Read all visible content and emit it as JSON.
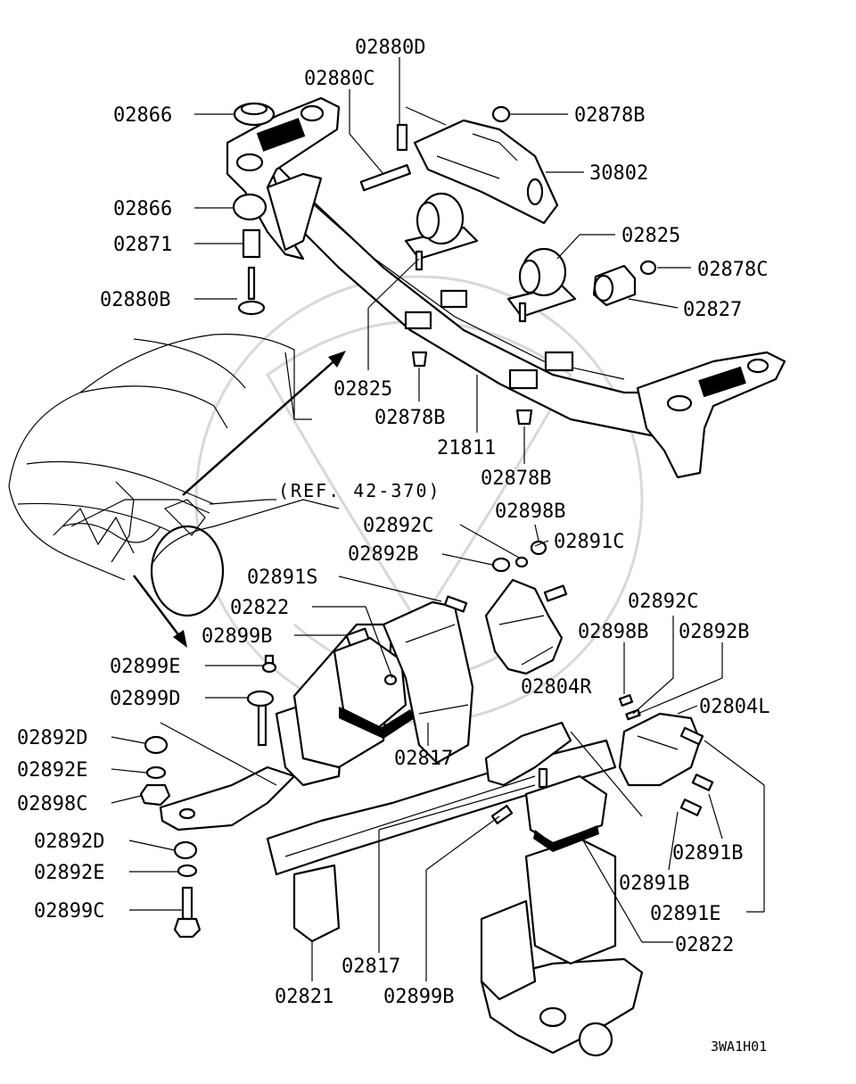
{
  "diagram": {
    "reference_note": "(REF. 42-370)",
    "drawing_code": "3WA1H01",
    "callouts": [
      {
        "id": "c1",
        "label": "02880D"
      },
      {
        "id": "c2",
        "label": "02880C"
      },
      {
        "id": "c3",
        "label": "02866"
      },
      {
        "id": "c4",
        "label": "02878B"
      },
      {
        "id": "c5",
        "label": "30802"
      },
      {
        "id": "c6",
        "label": "02866"
      },
      {
        "id": "c7",
        "label": "02871"
      },
      {
        "id": "c8",
        "label": "02825"
      },
      {
        "id": "c9",
        "label": "02878C"
      },
      {
        "id": "c10",
        "label": "02880B"
      },
      {
        "id": "c11",
        "label": "02827"
      },
      {
        "id": "c12",
        "label": "02825"
      },
      {
        "id": "c13",
        "label": "02878B"
      },
      {
        "id": "c14",
        "label": "21811"
      },
      {
        "id": "c15",
        "label": "02878B"
      },
      {
        "id": "c16",
        "label": "02898B"
      },
      {
        "id": "c17",
        "label": "02892C"
      },
      {
        "id": "c18",
        "label": "02892B"
      },
      {
        "id": "c19",
        "label": "02891C"
      },
      {
        "id": "c20",
        "label": "02891S"
      },
      {
        "id": "c21",
        "label": "02822"
      },
      {
        "id": "c22",
        "label": "02892C"
      },
      {
        "id": "c23",
        "label": "02899B"
      },
      {
        "id": "c24",
        "label": "02898B"
      },
      {
        "id": "c25",
        "label": "02892B"
      },
      {
        "id": "c26",
        "label": "02899E"
      },
      {
        "id": "c27",
        "label": "02804R"
      },
      {
        "id": "c28",
        "label": "02899D"
      },
      {
        "id": "c29",
        "label": "02804L"
      },
      {
        "id": "c30",
        "label": "02892D"
      },
      {
        "id": "c31",
        "label": "02817"
      },
      {
        "id": "c32",
        "label": "02892E"
      },
      {
        "id": "c33",
        "label": "02898C"
      },
      {
        "id": "c34",
        "label": "02891B"
      },
      {
        "id": "c35",
        "label": "02892D"
      },
      {
        "id": "c36",
        "label": "02892E"
      },
      {
        "id": "c37",
        "label": "02891B"
      },
      {
        "id": "c38",
        "label": "02899C"
      },
      {
        "id": "c39",
        "label": "02891E"
      },
      {
        "id": "c40",
        "label": "02822"
      },
      {
        "id": "c41",
        "label": "02817"
      },
      {
        "id": "c42",
        "label": "02821"
      },
      {
        "id": "c43",
        "label": "02899B"
      }
    ]
  }
}
